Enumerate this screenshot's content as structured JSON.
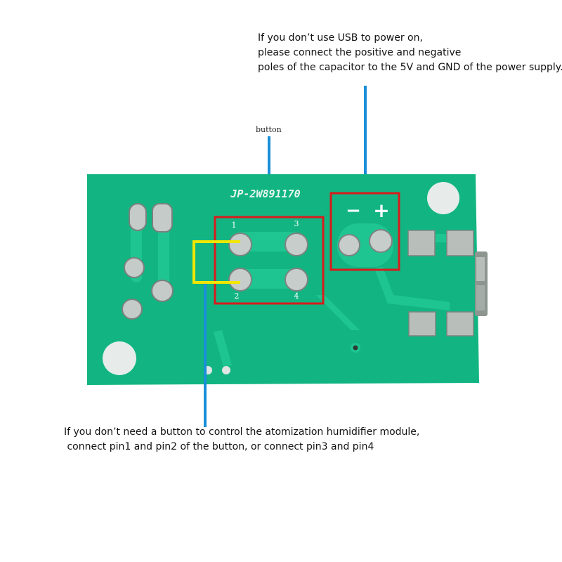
{
  "notes": {
    "top_line1": "If you don’t use USB to power on,",
    "top_line2": "please connect the positive and negative",
    "top_line3": "poles of the capacitor to the 5V and GND of the power supply.",
    "button_label": "button",
    "bottom_line1": "If you don’t need a button to control the atomization humidifier module,",
    "bottom_line2": "connect pin1 and pin2 of the button, or connect pin3 and pin4"
  },
  "board": {
    "silkscreen": "JP-2W891170",
    "pins": {
      "p1": "1",
      "p2": "2",
      "p3": "3",
      "p4": "4"
    },
    "minus": "−",
    "plus": "+"
  },
  "colors": {
    "pcb": "#12b582",
    "trace": "#1ec591",
    "highlight_box": "#d81b1b",
    "jumper": "#f2e600",
    "pointer": "#1a8fd9"
  }
}
